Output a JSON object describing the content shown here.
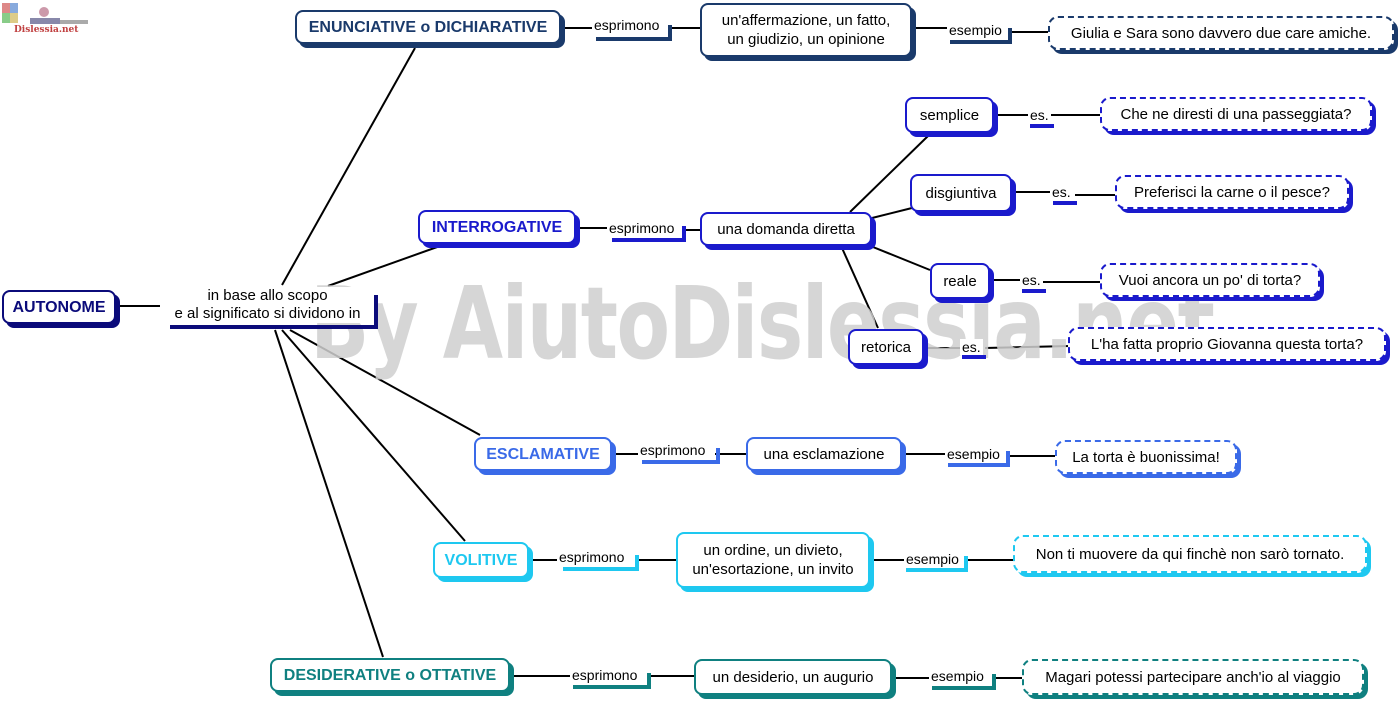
{
  "colors": {
    "navy": "#0b0b7a",
    "darkblue": "#1a3a6b",
    "blue": "#1a1acc",
    "mid": "#3a6ae8",
    "cyan": "#1ec8f0",
    "teal": "#0f8080"
  },
  "logo": {
    "text": "Dislessia.net"
  },
  "watermark": "By AiutoDislessia.net",
  "root": {
    "label": "AUTONOME"
  },
  "hub": {
    "line1": "in base allo scopo",
    "line2": "e al significato si dividono in"
  },
  "branches": [
    {
      "cat": "ENUNCIATIVE o DICHIARATIVE",
      "link": "esprimono",
      "content1": "un'affermazione, un fatto,",
      "content2": "un giudizio, un opinione",
      "ex_label": "esempio",
      "example": "Giulia e Sara sono davvero due care amiche."
    },
    {
      "cat": "INTERROGATIVE",
      "link": "esprimono",
      "content1": "una domanda diretta"
    },
    {
      "cat": "ESCLAMATIVE",
      "link": "esprimono",
      "content1": "una esclamazione",
      "ex_label": "esempio",
      "example": "La torta è buonissima!"
    },
    {
      "cat": "VOLITIVE",
      "link": "esprimono",
      "content1": "un ordine, un divieto,",
      "content2": "un'esortazione, un invito",
      "ex_label": "esempio",
      "example": "Non ti muovere da qui finchè non sarò tornato."
    },
    {
      "cat": "DESIDERATIVE o OTTATIVE",
      "link": "esprimono",
      "content1": "un desiderio, un augurio",
      "ex_label": "esempio",
      "example": "Magari potessi partecipare anch'io al viaggio"
    }
  ],
  "interrogative_types": [
    {
      "type": "semplice",
      "ex_label": "es.",
      "example": "Che ne diresti di una passeggiata?"
    },
    {
      "type": "disgiuntiva",
      "ex_label": "es.",
      "example": "Preferisci la carne o il pesce?"
    },
    {
      "type": "reale",
      "ex_label": "es.",
      "example": "Vuoi ancora un po' di torta?"
    },
    {
      "type": "retorica",
      "ex_label": "es.",
      "example": "L'ha fatta proprio Giovanna questa torta?"
    }
  ]
}
